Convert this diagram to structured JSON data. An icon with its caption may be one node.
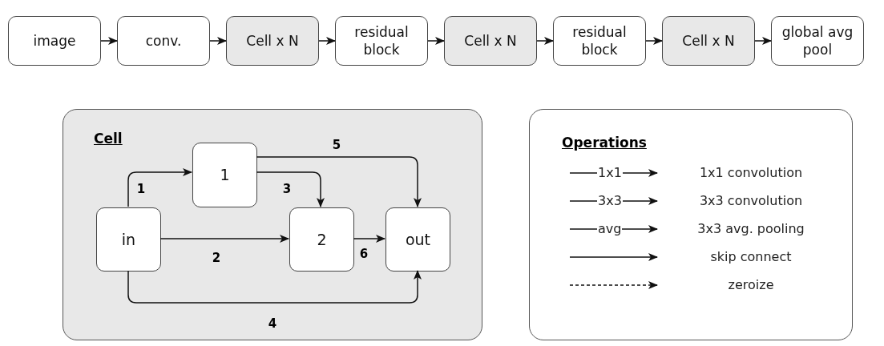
{
  "diagram": {
    "nodes": [
      {
        "text": [
          "image"
        ]
      },
      {
        "text": [
          "conv."
        ]
      },
      {
        "text": [
          "Cell x N"
        ]
      },
      {
        "text": [
          "residual block"
        ]
      },
      {
        "text": [
          "Cell x N"
        ]
      },
      {
        "text": [
          "residual block"
        ]
      },
      {
        "text": [
          "Cell x N"
        ]
      },
      {
        "text": [
          "global avg pool"
        ]
      },
      {
        "text": [
          "Cell"
        ]
      },
      {
        "text": [
          "in"
        ],
        "in": 8
      },
      {
        "text": [
          "1"
        ],
        "in": 8
      },
      {
        "text": [
          "2"
        ],
        "in": 8
      },
      {
        "text": [
          "out"
        ],
        "in": 8
      },
      {
        "text": [
          "Operations"
        ]
      }
    ],
    "edges": [
      {
        "from": 0,
        "to": 1,
        "arrow": "to"
      },
      {
        "from": 1,
        "to": 2,
        "arrow": "to"
      },
      {
        "from": 2,
        "to": 3,
        "arrow": "to"
      },
      {
        "from": 3,
        "to": 4,
        "arrow": "to"
      },
      {
        "from": 4,
        "to": 5,
        "arrow": "to"
      },
      {
        "from": 5,
        "to": 6,
        "arrow": "to"
      },
      {
        "from": 6,
        "to": 7,
        "arrow": "to"
      },
      {
        "from": 9,
        "to": 10,
        "arrow": "to",
        "label": "1"
      },
      {
        "from": 9,
        "to": 11,
        "arrow": "to",
        "label": "2"
      },
      {
        "from": 10,
        "to": 11,
        "arrow": "to",
        "label": "3"
      },
      {
        "from": 9,
        "to": 12,
        "arrow": "to",
        "label": "4"
      },
      {
        "from": 10,
        "to": 12,
        "arrow": "to",
        "label": "5"
      },
      {
        "from": 11,
        "to": 12,
        "arrow": "to",
        "label": "6"
      }
    ],
    "labels": [
      "1x1",
      "3x3",
      "avg"
    ],
    "legend": [
      {
        "text": "1x1 convolution"
      },
      {
        "text": "3x3 convolution"
      },
      {
        "text": "3x3 avg. pooling"
      },
      {
        "text": "skip connect"
      },
      {
        "text": "zeroize"
      }
    ]
  }
}
